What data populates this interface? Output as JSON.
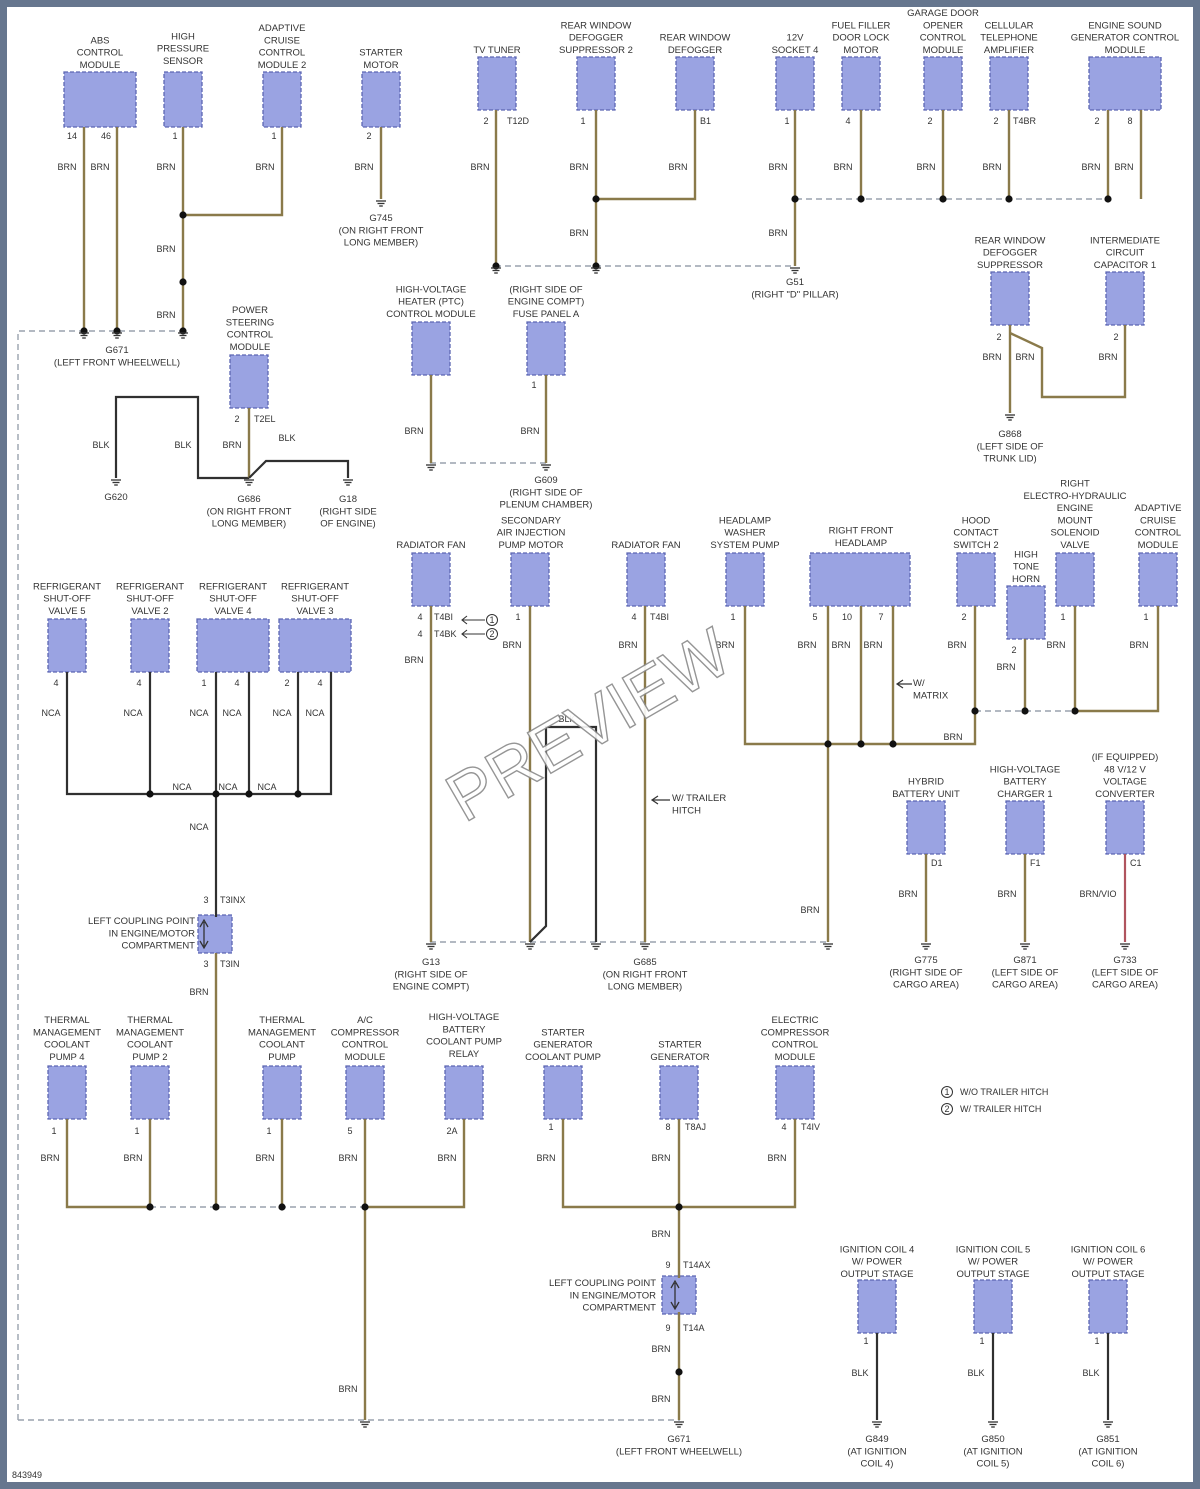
{
  "diagram_id": "843949",
  "watermark": "PREVIEW",
  "legend": [
    {
      "num": "1",
      "text": "W/O TRAILER HITCH"
    },
    {
      "num": "2",
      "text": "W/ TRAILER HITCH"
    }
  ],
  "components": [
    {
      "id": "abs",
      "lines": [
        "ABS",
        "CONTROL",
        "MODULE"
      ]
    },
    {
      "id": "hps",
      "lines": [
        "HIGH",
        "PRESSURE",
        "SENSOR"
      ]
    },
    {
      "id": "acc2",
      "lines": [
        "ADAPTIVE",
        "CRUISE",
        "CONTROL",
        "MODULE 2"
      ]
    },
    {
      "id": "starter",
      "lines": [
        "STARTER",
        "MOTOR"
      ]
    },
    {
      "id": "tv",
      "lines": [
        "TV TUNER"
      ]
    },
    {
      "id": "rwds2",
      "lines": [
        "REAR WINDOW",
        "DEFOGGER",
        "SUPPRESSOR 2"
      ]
    },
    {
      "id": "rwd",
      "lines": [
        "REAR WINDOW",
        "DEFOGGER"
      ]
    },
    {
      "id": "sock4",
      "lines": [
        "12V",
        "SOCKET 4"
      ]
    },
    {
      "id": "ffdl",
      "lines": [
        "FUEL FILLER",
        "DOOR LOCK",
        "MOTOR"
      ]
    },
    {
      "id": "gdo",
      "lines": [
        "GARAGE DOOR",
        "OPENER",
        "CONTROL",
        "MODULE"
      ]
    },
    {
      "id": "cell",
      "lines": [
        "CELLULAR",
        "TELEPHONE",
        "AMPLIFIER"
      ]
    },
    {
      "id": "esg",
      "lines": [
        "ENGINE SOUND",
        "GENERATOR CONTROL",
        "MODULE"
      ]
    },
    {
      "id": "rwds",
      "lines": [
        "REAR WINDOW",
        "DEFOGGER",
        "SUPPRESSOR"
      ]
    },
    {
      "id": "icc1",
      "lines": [
        "INTERMEDIATE",
        "CIRCUIT",
        "CAPACITOR 1"
      ]
    },
    {
      "id": "pscm",
      "lines": [
        "POWER",
        "STEERING",
        "CONTROL",
        "MODULE"
      ]
    },
    {
      "id": "hvh",
      "lines": [
        "HIGH-VOLTAGE",
        "HEATER (PTC)",
        "CONTROL MODULE"
      ]
    },
    {
      "id": "fpa",
      "lines": [
        "(RIGHT SIDE OF",
        "ENGINE COMPT)",
        "FUSE PANEL A"
      ]
    },
    {
      "id": "rsv5",
      "lines": [
        "REFRIGERANT",
        "SHUT-OFF",
        "VALVE 5"
      ]
    },
    {
      "id": "rsv2",
      "lines": [
        "REFRIGERANT",
        "SHUT-OFF",
        "VALVE 2"
      ]
    },
    {
      "id": "rsv4",
      "lines": [
        "REFRIGERANT",
        "SHUT-OFF",
        "VALVE 4"
      ]
    },
    {
      "id": "rsv3",
      "lines": [
        "REFRIGERANT",
        "SHUT-OFF",
        "VALVE 3"
      ]
    },
    {
      "id": "radfan1",
      "lines": [
        "RADIATOR FAN"
      ]
    },
    {
      "id": "sair",
      "lines": [
        "SECONDARY",
        "AIR INJECTION",
        "PUMP MOTOR"
      ]
    },
    {
      "id": "radfan2",
      "lines": [
        "RADIATOR FAN"
      ]
    },
    {
      "id": "hlw",
      "lines": [
        "HEADLAMP",
        "WASHER",
        "SYSTEM PUMP"
      ]
    },
    {
      "id": "rfh",
      "lines": [
        "RIGHT FRONT",
        "HEADLAMP"
      ]
    },
    {
      "id": "hcs2",
      "lines": [
        "HOOD",
        "CONTACT",
        "SWITCH 2"
      ]
    },
    {
      "id": "horn",
      "lines": [
        "HIGH",
        "TONE",
        "HORN"
      ]
    },
    {
      "id": "rehem",
      "lines": [
        "RIGHT",
        "ELECTRO-HYDRAULIC",
        "ENGINE",
        "MOUNT",
        "SOLENOID",
        "VALVE"
      ]
    },
    {
      "id": "accm",
      "lines": [
        "ADAPTIVE",
        "CRUISE",
        "CONTROL",
        "MODULE"
      ]
    },
    {
      "id": "hbu",
      "lines": [
        "HYBRID",
        "BATTERY UNIT"
      ]
    },
    {
      "id": "hvbc1",
      "lines": [
        "HIGH-VOLTAGE",
        "BATTERY",
        "CHARGER 1"
      ]
    },
    {
      "id": "conv",
      "lines": [
        "(IF EQUIPPED)",
        "48 V/12 V",
        "VOLTAGE",
        "CONVERTER"
      ]
    },
    {
      "id": "tmcp4",
      "lines": [
        "THERMAL",
        "MANAGEMENT",
        "COOLANT",
        "PUMP 4"
      ]
    },
    {
      "id": "tmcp2",
      "lines": [
        "THERMAL",
        "MANAGEMENT",
        "COOLANT",
        "PUMP 2"
      ]
    },
    {
      "id": "tmcp",
      "lines": [
        "THERMAL",
        "MANAGEMENT",
        "COOLANT",
        "PUMP"
      ]
    },
    {
      "id": "accomp",
      "lines": [
        "A/C",
        "COMPRESSOR",
        "CONTROL",
        "MODULE"
      ]
    },
    {
      "id": "hvbcpr",
      "lines": [
        "HIGH-VOLTAGE",
        "BATTERY",
        "COOLANT PUMP",
        "RELAY"
      ]
    },
    {
      "id": "sgcp",
      "lines": [
        "STARTER",
        "GENERATOR",
        "COOLANT PUMP"
      ]
    },
    {
      "id": "sg",
      "lines": [
        "STARTER",
        "GENERATOR"
      ]
    },
    {
      "id": "eccm",
      "lines": [
        "ELECTRIC",
        "COMPRESSOR",
        "CONTROL",
        "MODULE"
      ]
    },
    {
      "id": "ic4",
      "lines": [
        "IGNITION COIL 4",
        "W/ POWER",
        "OUTPUT STAGE"
      ]
    },
    {
      "id": "ic5",
      "lines": [
        "IGNITION COIL 5",
        "W/ POWER",
        "OUTPUT STAGE"
      ]
    },
    {
      "id": "ic6",
      "lines": [
        "IGNITION COIL 6",
        "W/ POWER",
        "OUTPUT STAGE"
      ]
    }
  ],
  "grounds": [
    {
      "id": "g671a",
      "lines": [
        "G671",
        "(LEFT FRONT WHEELWELL)"
      ]
    },
    {
      "id": "g745",
      "lines": [
        "G745",
        "(ON RIGHT FRONT",
        "LONG MEMBER)"
      ]
    },
    {
      "id": "g51",
      "lines": [
        "G51",
        "(RIGHT \"D\" PILLAR)"
      ]
    },
    {
      "id": "g868",
      "lines": [
        "G868",
        "(LEFT SIDE OF",
        "TRUNK LID)"
      ]
    },
    {
      "id": "g620",
      "lines": [
        "G620"
      ]
    },
    {
      "id": "g686",
      "lines": [
        "G686",
        "(ON RIGHT FRONT",
        "LONG MEMBER)"
      ]
    },
    {
      "id": "g18",
      "lines": [
        "G18",
        "(RIGHT SIDE",
        "OF ENGINE)"
      ]
    },
    {
      "id": "g609",
      "lines": [
        "G609",
        "(RIGHT SIDE OF",
        "PLENUM CHAMBER)"
      ]
    },
    {
      "id": "g13",
      "lines": [
        "G13",
        "(RIGHT SIDE OF",
        "ENGINE COMPT)"
      ]
    },
    {
      "id": "g685",
      "lines": [
        "G685",
        "(ON RIGHT FRONT",
        "LONG MEMBER)"
      ]
    },
    {
      "id": "g775",
      "lines": [
        "G775",
        "(RIGHT SIDE OF",
        "CARGO AREA)"
      ]
    },
    {
      "id": "g871",
      "lines": [
        "G871",
        "(LEFT SIDE OF",
        "CARGO AREA)"
      ]
    },
    {
      "id": "g733",
      "lines": [
        "G733",
        "(LEFT SIDE OF",
        "CARGO AREA)"
      ]
    },
    {
      "id": "g671b",
      "lines": [
        "G671",
        "(LEFT FRONT WHEELWELL)"
      ]
    },
    {
      "id": "g849",
      "lines": [
        "G849",
        "(AT IGNITION",
        "COIL 4)"
      ]
    },
    {
      "id": "g850",
      "lines": [
        "G850",
        "(AT IGNITION",
        "COIL 5)"
      ]
    },
    {
      "id": "g851",
      "lines": [
        "G851",
        "(AT IGNITION",
        "COIL 6)"
      ]
    }
  ],
  "notes": [
    {
      "id": "lcp1",
      "lines": [
        "LEFT COUPLING POINT",
        "IN ENGINE/MOTOR",
        "COMPARTMENT"
      ]
    },
    {
      "id": "lcp2",
      "lines": [
        "LEFT COUPLING POINT",
        "IN ENGINE/MOTOR",
        "COMPARTMENT"
      ]
    },
    {
      "id": "trailer",
      "lines": [
        "W/ TRAILER",
        "HITCH"
      ]
    },
    {
      "id": "matrix",
      "lines": [
        "W/",
        "MATRIX"
      ]
    }
  ],
  "wire_colors_legend": {
    "BRN": "#8a7a4a",
    "BLK": "#303030",
    "BRN/VIO": "#b0545e",
    "NCA": "#303030"
  },
  "labels": {
    "brn": "BRN",
    "blk": "BLK",
    "nca": "NCA",
    "brnvio": "BRN/VIO",
    "p1": "1",
    "p2": "2",
    "p4": "4",
    "p5": "5",
    "p7": "7",
    "p8": "8",
    "p9": "9",
    "p10": "10",
    "p14": "14",
    "p46": "46",
    "p3": "3",
    "p2a": "2A",
    "c_t12d": "T12D",
    "c_b1": "B1",
    "c_t4br": "T4BR",
    "c_t2el": "T2EL",
    "c_t4bi": "T4BI",
    "c_t4bk": "T4BK",
    "c_t3inx": "T3INX",
    "c_t3in": "T3IN",
    "c_d1": "D1",
    "c_f1": "F1",
    "c_c1": "C1",
    "c_t8aj": "T8AJ",
    "c_t4iv": "T4IV",
    "c_t14ax": "T14AX",
    "c_t14a": "T14A"
  }
}
